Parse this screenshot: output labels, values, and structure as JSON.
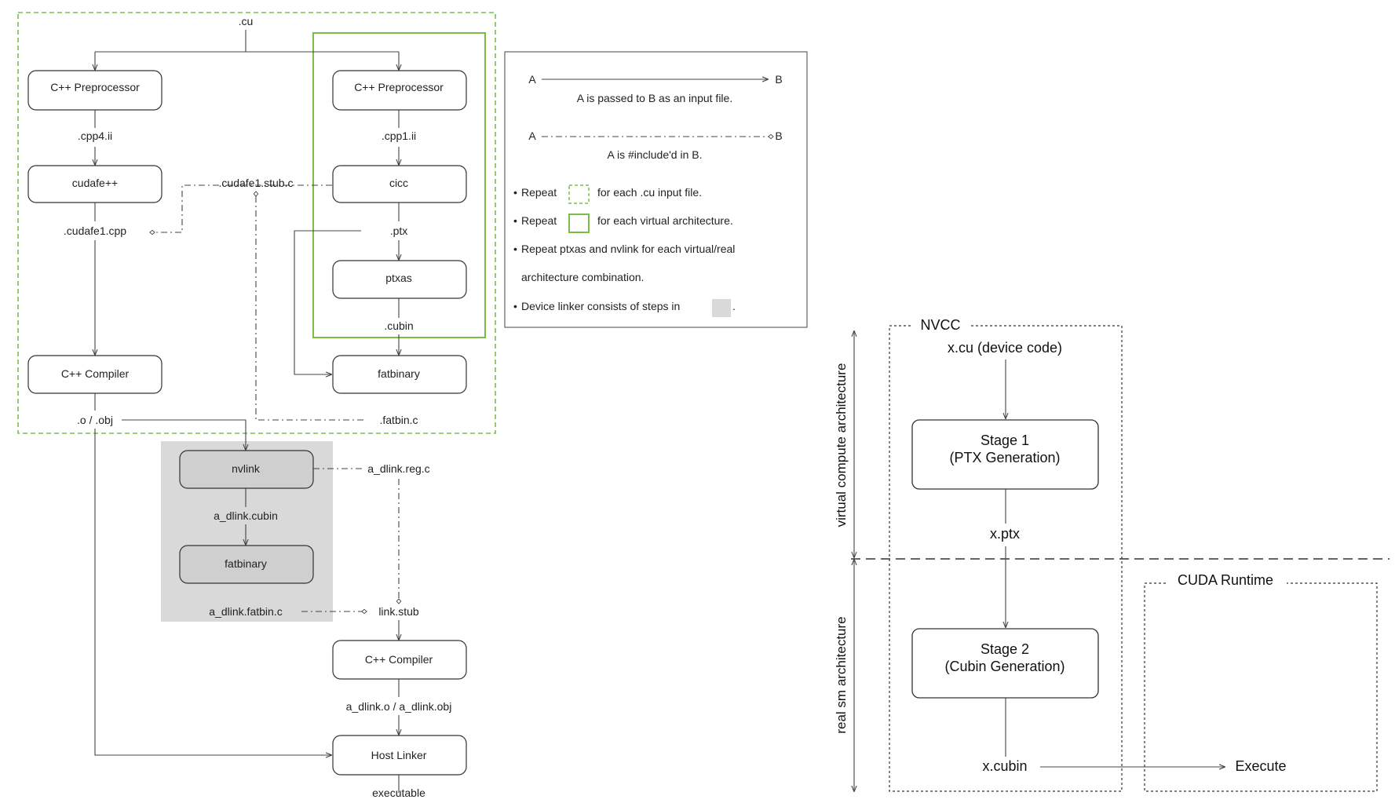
{
  "left_diagram": {
    "nodes": {
      "cu": ".cu",
      "cpp_pre_left": "C++ Preprocessor",
      "cpp_pre_right": "C++ Preprocessor",
      "cpp4": ".cpp4.ii",
      "cpp1": ".cpp1.ii",
      "cudafe": "cudafe++",
      "cicc": "cicc",
      "stub": ".cudafe1.stub.c",
      "cudafe1cpp": ".cudafe1.cpp",
      "ptx": ".ptx",
      "ptxas": "ptxas",
      "cubin": ".cubin",
      "cpp_compiler_left": "C++ Compiler",
      "fatbinary_top": "fatbinary",
      "obj": ".o / .obj",
      "fatbin_c": ".fatbin.c",
      "nvlink": "nvlink",
      "dlink_reg": "a_dlink.reg.c",
      "dlink_cubin": "a_dlink.cubin",
      "fatbinary_bottom": "fatbinary",
      "dlink_fatbin": "a_dlink.fatbin.c",
      "link_stub": "link.stub",
      "cpp_compiler_right": "C++ Compiler",
      "dlink_obj": "a_dlink.o / a_dlink.obj",
      "host_linker": "Host Linker",
      "executable": "executable"
    }
  },
  "legend": {
    "a1": "A",
    "b1": "B",
    "passed": "A is passed to B as an input file.",
    "a2": "A",
    "b2": "B",
    "included": "A is #include'd in B.",
    "repeat1_pre": "Repeat",
    "repeat1_post": "for each .cu input file.",
    "repeat2_pre": "Repeat",
    "repeat2_post": "for each virtual architecture.",
    "repeat3_line1": "Repeat ptxas and nvlink for each virtual/real",
    "repeat3_line2": "architecture combination.",
    "device_linker": "Device linker consists of steps in",
    "period": ".",
    "bullet": "•"
  },
  "right_diagram": {
    "nvcc_label": "NVCC",
    "device_code": "x.cu (device code)",
    "stage1_line1": "Stage 1",
    "stage1_line2": "(PTX Generation)",
    "ptx": "x.ptx",
    "stage2_line1": "Stage 2",
    "stage2_line2": "(Cubin Generation)",
    "cubin": "x.cubin",
    "runtime_label": "CUDA Runtime",
    "execute": "Execute",
    "virtual_axis": "virtual compute architecture",
    "real_axis": "real sm architecture"
  },
  "colors": {
    "green": "#7cbd4a",
    "gray_fill": "#d9d9d9",
    "node_gray": "#cfcfcf"
  }
}
